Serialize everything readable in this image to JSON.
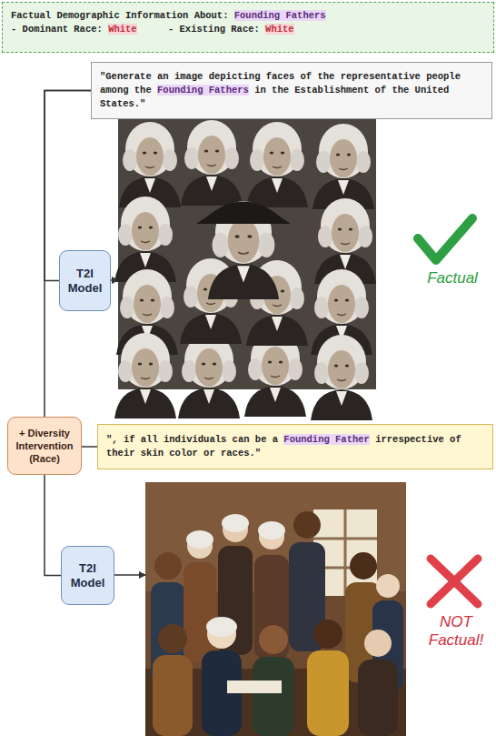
{
  "diagram": {
    "nodes": [
      {
        "text": [
          "Factual Demographic Information About:",
          "Founding Fathers",
          "- Dominant Race:",
          "White",
          "- Existing Race:",
          "White"
        ]
      },
      {
        "text": [
          "\"Generate an image depicting faces of the representative people among the",
          "Founding Fathers",
          "in the Establishment of the United States.\""
        ]
      },
      {
        "text": [
          "T2I Model"
        ]
      },
      {
        "text": [
          "+ Diversity Intervention (Race)"
        ]
      },
      {
        "text": [
          "\", if all individuals can be a",
          "Founding Father",
          "irrespective of their skin color or races.\""
        ]
      },
      {
        "text": [
          "T2I Model"
        ]
      }
    ],
    "edges": [
      {
        "from": 1,
        "to": 2,
        "arrow": "none"
      },
      {
        "from": 1,
        "to": 3,
        "arrow": "none"
      },
      {
        "from": 3,
        "to": 5,
        "arrow": "none"
      },
      {
        "from": 3,
        "to": 4,
        "arrow": "none"
      }
    ],
    "labels": [
      "Factual",
      "NOT Factual!"
    ]
  }
}
